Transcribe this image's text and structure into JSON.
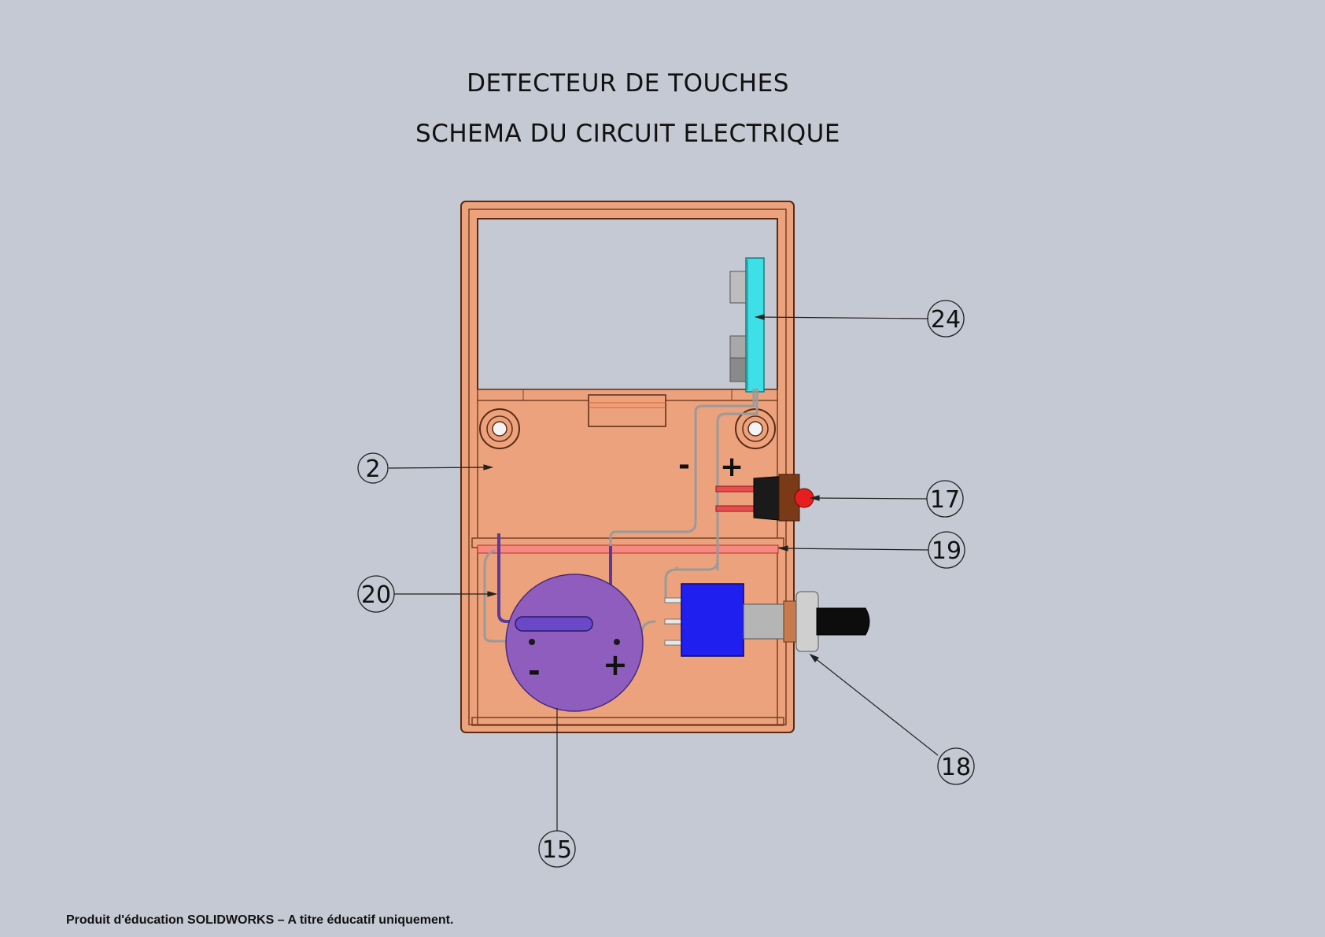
{
  "title_line1": "DETECTEUR DE TOUCHES",
  "title_line2": "SCHEMA DU CIRCUIT ELECTRIQUE",
  "footer": "Produit d'éducation SOLIDWORKS – A titre éducatif uniquement.",
  "callouts": {
    "c24": "24",
    "c2": "2",
    "c17": "17",
    "c19": "19",
    "c20": "20",
    "c18": "18",
    "c15": "15"
  },
  "signs": {
    "top_minus": "-",
    "top_plus": "+",
    "battery_minus": "-",
    "battery_plus": "+"
  },
  "colors": {
    "background": "#c5c9d3",
    "housing": "#eca27c",
    "housing_edge": "#7a3f22",
    "sensor_board": "#3ee0e8",
    "battery": "#8e5dbd",
    "switch_body": "#1f1ff0",
    "led_red": "#e51e1e",
    "bar": "#f58a80"
  }
}
